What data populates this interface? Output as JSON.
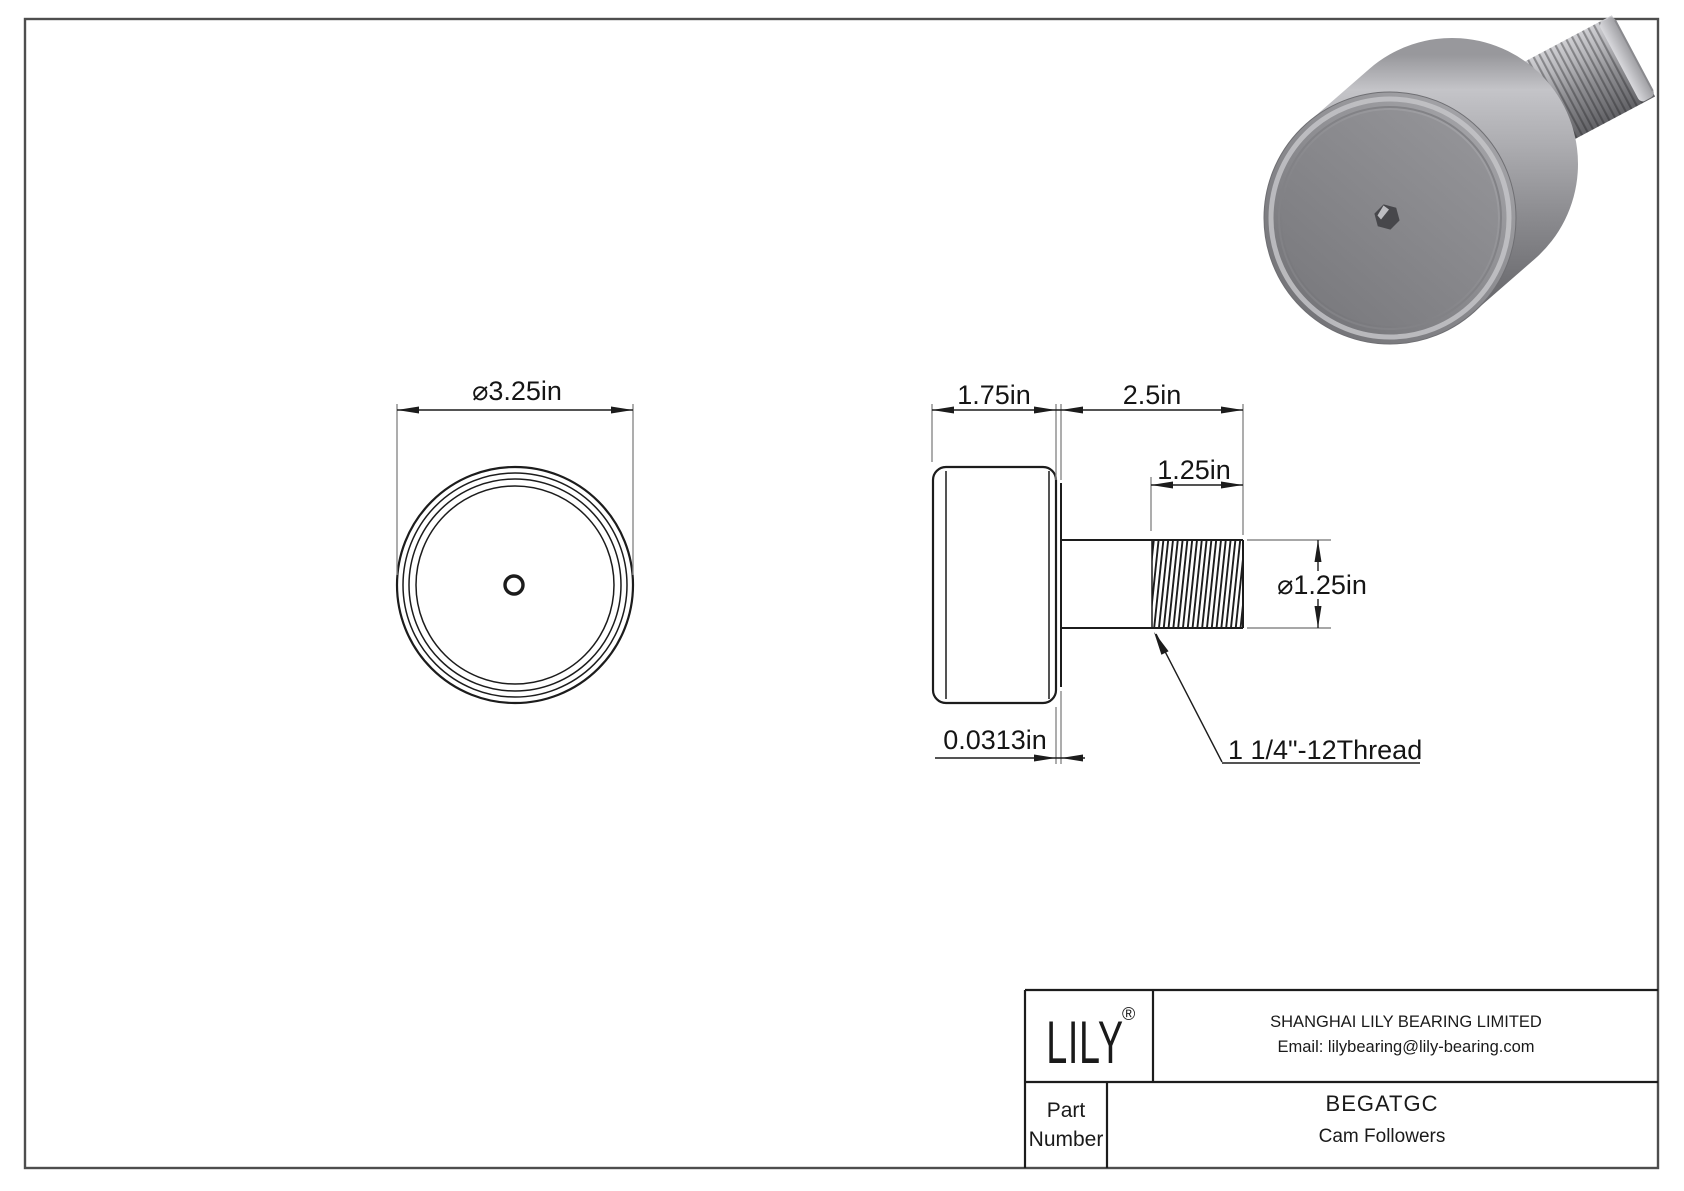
{
  "front_view": {
    "diameter_label": "⌀3.25in"
  },
  "side_view": {
    "roller_width_label": "1.75in",
    "stud_length_label": "2.5in",
    "thread_length_label": "1.25in",
    "stud_diameter_label": "⌀1.25in",
    "flange_offset_label": "0.0313in",
    "thread_spec_label": "1 1/4\"-12Thread"
  },
  "title_block": {
    "logo_text": "LILY",
    "registered_mark": "®",
    "company_name": "SHANGHAI LILY BEARING LIMITED",
    "email_line": "Email: lilybearing@lily-bearing.com",
    "part_label_line1": "Part",
    "part_label_line2": "Number",
    "part_number": "BEGATGC",
    "part_category": "Cam Followers"
  },
  "colors": {
    "line": "#1c1c1c",
    "extension_line": "#8a8a8a",
    "page_border": "#4e4e4e",
    "metal_light": "#c6c6ca",
    "metal_mid": "#8e8e92",
    "metal_dark": "#606064"
  }
}
